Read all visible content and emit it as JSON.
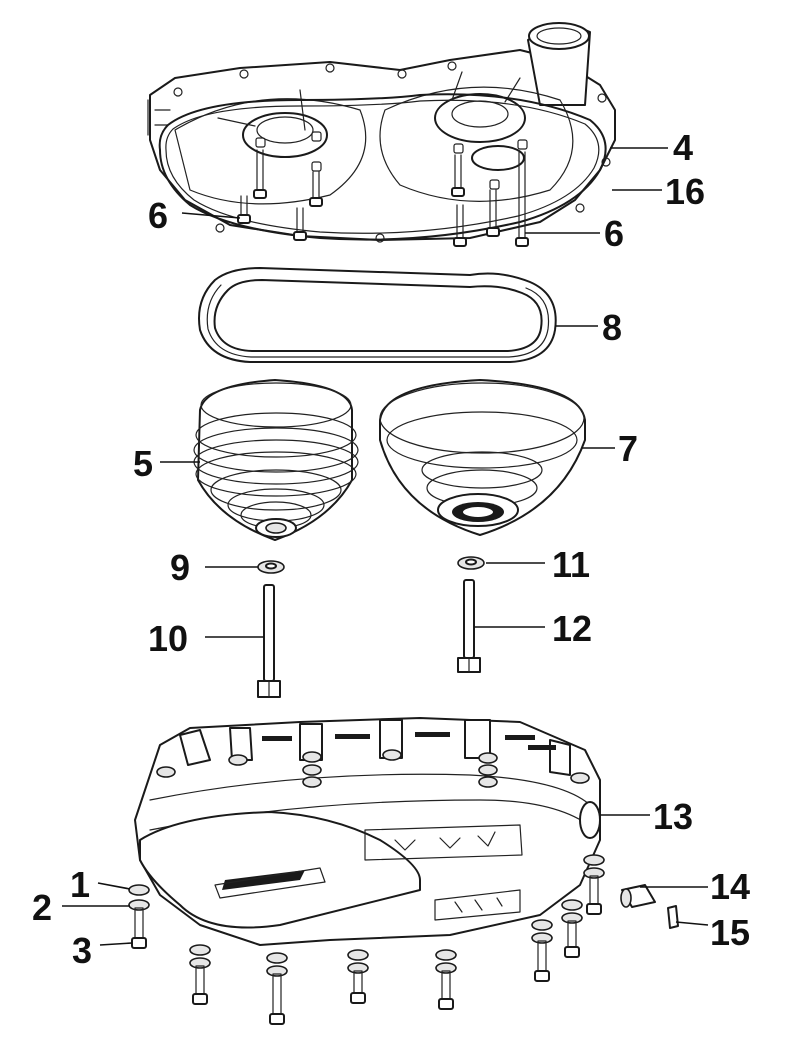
{
  "diagram": {
    "callouts": [
      {
        "id": "4",
        "label": "4"
      },
      {
        "id": "16",
        "label": "16"
      },
      {
        "id": "6a",
        "label": "6"
      },
      {
        "id": "6b",
        "label": "6"
      },
      {
        "id": "8",
        "label": "8"
      },
      {
        "id": "5",
        "label": "5"
      },
      {
        "id": "7",
        "label": "7"
      },
      {
        "id": "9",
        "label": "9"
      },
      {
        "id": "11",
        "label": "11"
      },
      {
        "id": "10",
        "label": "10"
      },
      {
        "id": "12",
        "label": "12"
      },
      {
        "id": "13",
        "label": "13"
      },
      {
        "id": "1",
        "label": "1"
      },
      {
        "id": "2",
        "label": "2"
      },
      {
        "id": "14",
        "label": "14"
      },
      {
        "id": "3",
        "label": "3"
      },
      {
        "id": "15",
        "label": "15"
      }
    ]
  }
}
